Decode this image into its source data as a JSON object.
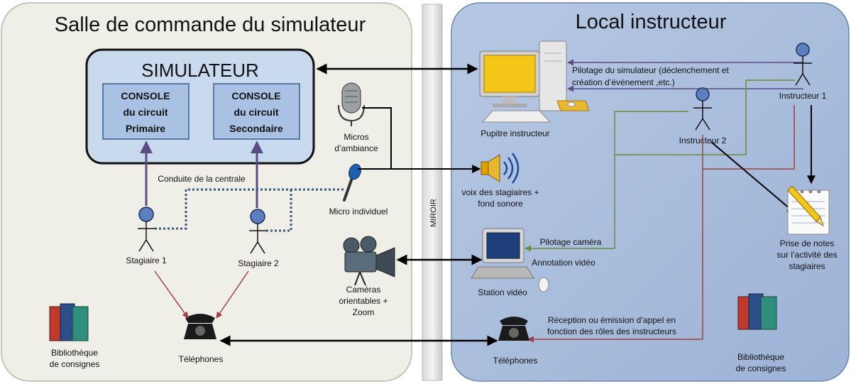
{
  "left_room": {
    "title": "Salle de commande du simulateur",
    "simulator": {
      "title": "SIMULATEUR",
      "console_primary": [
        "CONSOLE",
        "du circuit",
        "Primaire"
      ],
      "console_secondary": [
        "CONSOLE",
        "du circuit",
        "Secondaire"
      ]
    },
    "conduite_label": "Conduite de la centrale",
    "trainee_1": "Stagiaire 1",
    "trainee_2": "Stagiaire 2",
    "ambient_mics": [
      "Micros",
      "d’ambiance"
    ],
    "individual_mic": "Micro individuel",
    "cameras": [
      "Caméras",
      "orientables +",
      "Zoom"
    ],
    "phones": "Téléphones",
    "library": [
      "Bibliothèque",
      "de consignes"
    ]
  },
  "mirror_label": "MIROIR",
  "right_room": {
    "title": "Local instructeur",
    "desk_label": "Pupitre instructeur",
    "pilotage_simulateur": [
      "Pilotage du simulateur (déclenchement et",
      "création d’événement ,etc.)"
    ],
    "instructor_1": "Instructeur 1",
    "instructor_2": "Instructeur 2",
    "voices": [
      "voix des stagiaires +",
      "fond sonore"
    ],
    "pilotage_camera": "Pilotage caméra",
    "annotation_video": "Annotation vidéo",
    "station_video": "Station vidéo",
    "notes": [
      "Prise de notes",
      "sur l’activité des",
      "stagiaires"
    ],
    "call_text": [
      "Réception ou émission d’appel en",
      "fonction des rôles des instructeurs"
    ],
    "phones": "Téléphones",
    "library": [
      "Bibliothèque",
      "de consignes"
    ]
  },
  "colors": {
    "left_bg": "#f0efe7",
    "right_bg": "#a8bddc",
    "console_fill": "#a9c2e3",
    "purple_line": "#5a4a86",
    "green_line": "#6b8a3a",
    "red_line": "#a04040",
    "dotted_line": "#3a5585"
  }
}
